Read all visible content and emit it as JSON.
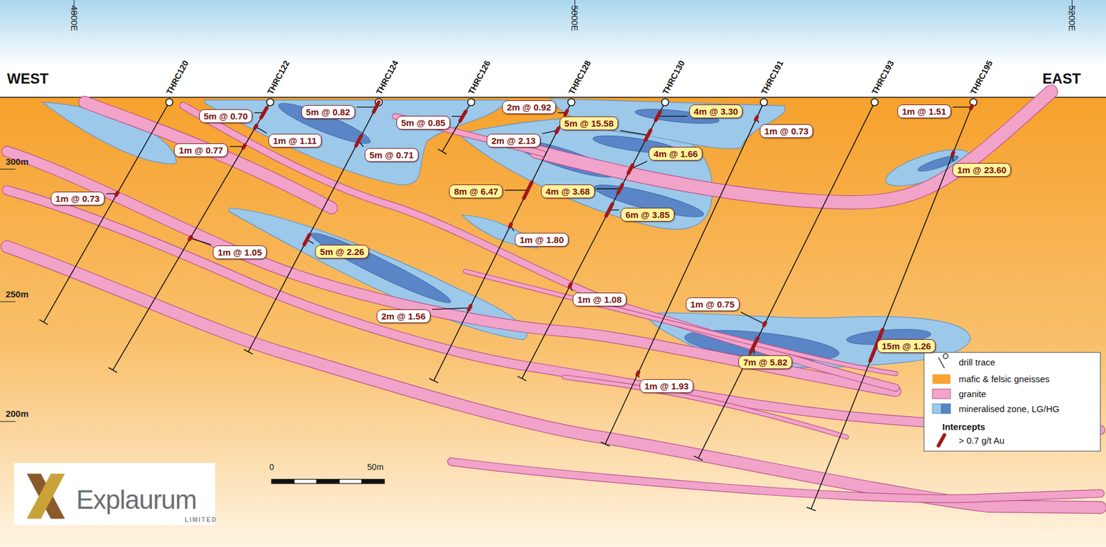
{
  "diagram": {
    "nodes": [
      {
        "text": [
          "5m @ 0.70"
        ]
      },
      {
        "text": [
          "5m @ 0.82"
        ]
      },
      {
        "text": [
          "5m @ 0.85"
        ]
      },
      {
        "text": [
          "2m @ 0.92"
        ]
      },
      {
        "text": [
          "4m @ 3.30"
        ]
      },
      {
        "text": [
          "1m @ 1.51"
        ]
      },
      {
        "text": [
          "5m @ 15.58"
        ]
      },
      {
        "text": [
          "1m @ 0.73"
        ]
      },
      {
        "text": [
          "1m @ 1.11"
        ]
      },
      {
        "text": [
          "2m @ 2.13"
        ]
      },
      {
        "text": [
          "1m @ 0.77"
        ]
      },
      {
        "text": [
          "4m @ 1.66"
        ]
      },
      {
        "text": [
          "5m @ 0.71"
        ]
      },
      {
        "text": [
          "1m @ 23.60"
        ]
      },
      {
        "text": [
          "4m @ 3.68"
        ]
      },
      {
        "text": [
          "8m @ 6.47"
        ]
      },
      {
        "text": [
          "1m @ 0.73"
        ]
      },
      {
        "text": [
          "6m @ 3.85"
        ]
      },
      {
        "text": [
          "1m @ 1.80"
        ]
      },
      {
        "text": [
          "5m @ 2.26"
        ]
      },
      {
        "text": [
          "1m @ 1.05"
        ]
      },
      {
        "text": [
          "1m @ 1.08"
        ]
      },
      {
        "text": [
          "1m @ 0.75"
        ]
      },
      {
        "text": [
          "2m @ 1.56"
        ]
      },
      {
        "text": [
          "15m @ 1.26"
        ]
      },
      {
        "text": [
          "7m @ 5.82"
        ]
      },
      {
        "text": [
          "1m @ 1.93"
        ]
      }
    ],
    "labels": [
      "4800E",
      "5000E",
      "5200E",
      "WEST",
      "EAST",
      "THRC120",
      "THRC122",
      "THRC124",
      "THRC126",
      "THRC128",
      "THRC130",
      "THRC191",
      "THRC193",
      "THRC195",
      "300m",
      "250m",
      "200m",
      "0",
      "50m",
      "Explaurum",
      "LIMITED",
      "Intercepts"
    ],
    "legend": [
      {
        "text": "drill trace"
      },
      {
        "text": "mafic & felsic gneisses",
        "color": "#F7A432"
      },
      {
        "text": "granite",
        "color": "#F2A3C9"
      },
      {
        "text": "mineralised zone, LG/HG"
      },
      {
        "text": "> 0.7 g/t Au"
      }
    ]
  }
}
